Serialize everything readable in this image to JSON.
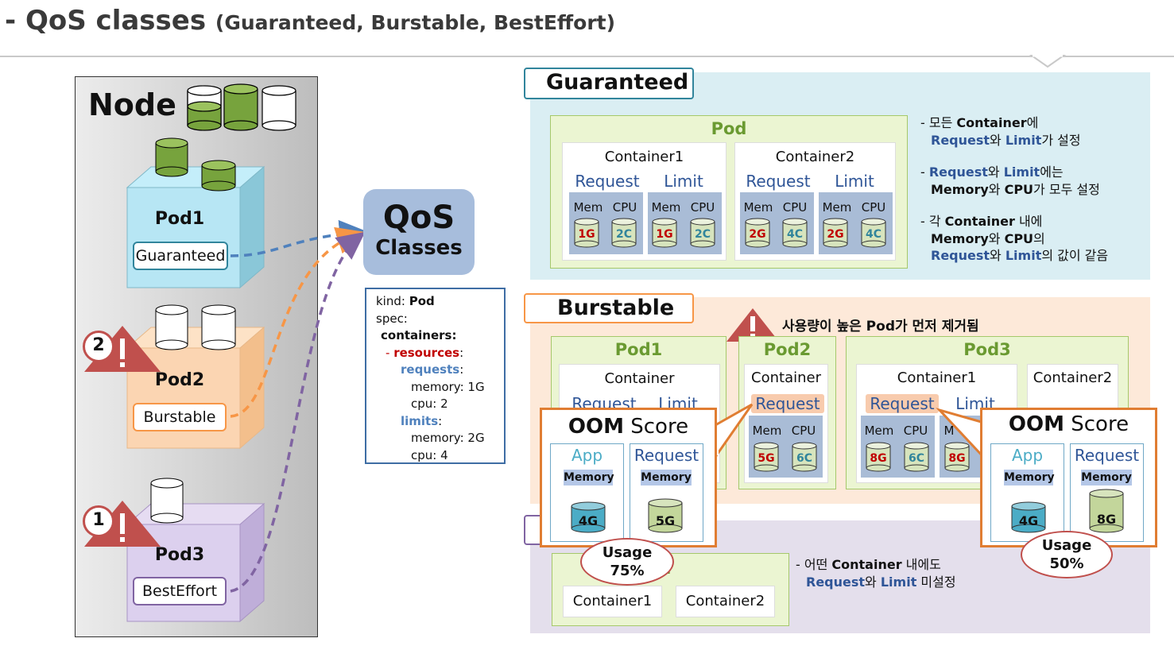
{
  "header": {
    "title": "- QoS classes",
    "subtitle": "(Guaranteed, Burstable, BestEffort)"
  },
  "node": {
    "title": "Node",
    "pods": [
      {
        "name": "Pod1",
        "qos": "Guaranteed"
      },
      {
        "name": "Pod2",
        "qos": "Burstable",
        "priority": "2"
      },
      {
        "name": "Pod3",
        "qos": "BestEffort",
        "priority": "1"
      }
    ]
  },
  "qos_box": {
    "line1": "QoS",
    "line2": "Classes"
  },
  "yaml": {
    "kind_key": "kind:",
    "kind_val": "Pod",
    "spec": "spec:",
    "containers": "containers:",
    "dash": "- ",
    "resources": "resources",
    "colon": ":",
    "requests": "requests",
    "req_memory": "memory: 1G",
    "req_cpu": "cpu: 2",
    "limits": "limits",
    "lim_memory": "memory: 2G",
    "lim_cpu": "cpu: 4"
  },
  "guaranteed": {
    "tag": "Guaranteed",
    "pod_title": "Pod",
    "containers": [
      {
        "name": "Container1",
        "request": {
          "mem": "1G",
          "cpu": "2C"
        },
        "limit": {
          "mem": "1G",
          "cpu": "2C"
        }
      },
      {
        "name": "Container2",
        "request": {
          "mem": "2G",
          "cpu": "4C"
        },
        "limit": {
          "mem": "2G",
          "cpu": "4C"
        }
      }
    ],
    "labels": {
      "request": "Request",
      "limit": "Limit",
      "mem": "Mem",
      "cpu": "CPU"
    },
    "desc": [
      {
        "a": "- 모든 ",
        "b": "Container",
        "c": "에"
      },
      {
        "a": "  ",
        "b": "Request",
        "c": "와 ",
        "d": "Limit",
        "e": "가 설정"
      },
      {
        "a": "- ",
        "b": "Request",
        "c": "와 ",
        "d": "Limit",
        "e": "에는"
      },
      {
        "a": "  ",
        "b": "Memory",
        "c": "와 ",
        "d": "CPU",
        "e": "가 모두 설정"
      },
      {
        "a": "- 각 ",
        "b": "Container",
        "c": " 내에"
      },
      {
        "a": "  ",
        "b": "Memory",
        "c": "와 ",
        "d": "CPU",
        "e": "의"
      },
      {
        "a": "  ",
        "b": "Request",
        "c": "와 ",
        "d": "Limit",
        "e": "의 값이 같음"
      }
    ]
  },
  "burstable": {
    "tag": "Burstable",
    "warning": "사용량이 높은 Pod가 먼저 제거됨",
    "pod1": {
      "title": "Pod1",
      "container": "Container",
      "request": "Request",
      "limit": "Limit"
    },
    "pod2": {
      "title": "Pod2",
      "container": "Container",
      "request": "Request",
      "mem": "Mem",
      "cpu": "CPU",
      "mem_val": "5G",
      "cpu_val": "6C"
    },
    "pod3": {
      "title": "Pod3",
      "container1": "Container1",
      "container2": "Container2",
      "request": "Request",
      "limit": "Limit",
      "mem": "Mem",
      "cpu": "CPU",
      "mem_val": "8G",
      "cpu_val": "6C",
      "limit_partial": "M",
      "limit_mem_val": "8G"
    }
  },
  "oom_left": {
    "title_bold": "OOM",
    "title_rest": "Score",
    "app": "App",
    "request": "Request",
    "memory": "Memory",
    "app_val": "4G",
    "req_val": "5G",
    "usage_label": "Usage",
    "usage_val": "75%"
  },
  "oom_right": {
    "title_bold": "OOM",
    "title_rest": "Score",
    "app": "App",
    "request": "Request",
    "memory": "Memory",
    "app_val": "4G",
    "req_val": "8G",
    "usage_label": "Usage",
    "usage_val": "50%"
  },
  "besteffort": {
    "pod_title_partial": "od",
    "containers": [
      "Container1",
      "Container2"
    ],
    "desc": [
      {
        "a": "- 어떤 ",
        "b": "Container",
        "c": " 내에도"
      },
      {
        "a": "  ",
        "b": "Request",
        "c": "와 ",
        "d": "Limit",
        "e": " 미설정"
      }
    ]
  },
  "colors": {
    "guaranteed_bg": "#daeef3",
    "burstable_bg": "#fde9d9",
    "besteffort_bg": "#e4dfec",
    "guaranteed_border": "#31859c",
    "burstable_border": "#f79646",
    "besteffort_border": "#8064a2",
    "pod_green": "#6a9a31",
    "oom_orange": "#e07d32",
    "warn_red": "#c0504d",
    "arrow_blue": "#4f81bd",
    "arrow_orange": "#f79646",
    "arrow_purple": "#8064a2"
  }
}
